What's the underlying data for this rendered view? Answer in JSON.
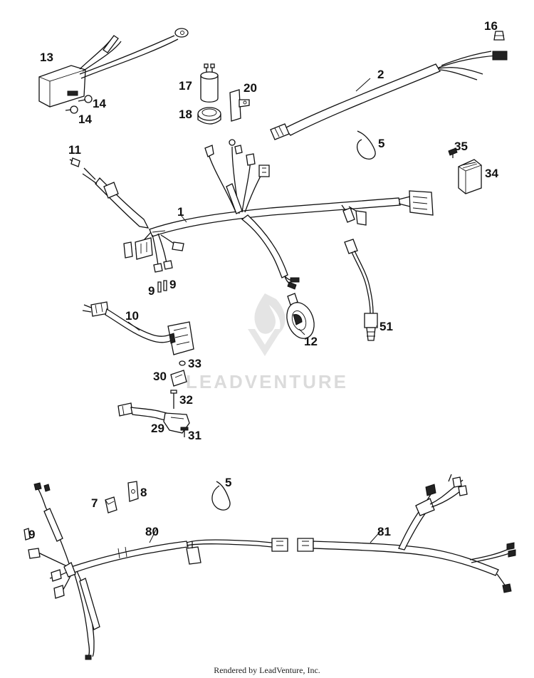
{
  "diagram": {
    "callouts": {
      "p1": "1",
      "p2": "2",
      "p5a": "5",
      "p5b": "5",
      "p7": "7",
      "p8": "8",
      "p9a": "9",
      "p9b": "9",
      "p9c": "9",
      "p10": "10",
      "p11": "11",
      "p12": "12",
      "p13": "13",
      "p14a": "14",
      "p14b": "14",
      "p16": "16",
      "p17": "17",
      "p18": "18",
      "p20": "20",
      "p29": "29",
      "p30": "30",
      "p31": "31",
      "p32": "32",
      "p33": "33",
      "p34": "34",
      "p35": "35",
      "p51": "51",
      "p80": "80",
      "p81": "81"
    },
    "watermark": "LEADVENTURE",
    "footer": "Rendered by LeadVenture, Inc."
  }
}
